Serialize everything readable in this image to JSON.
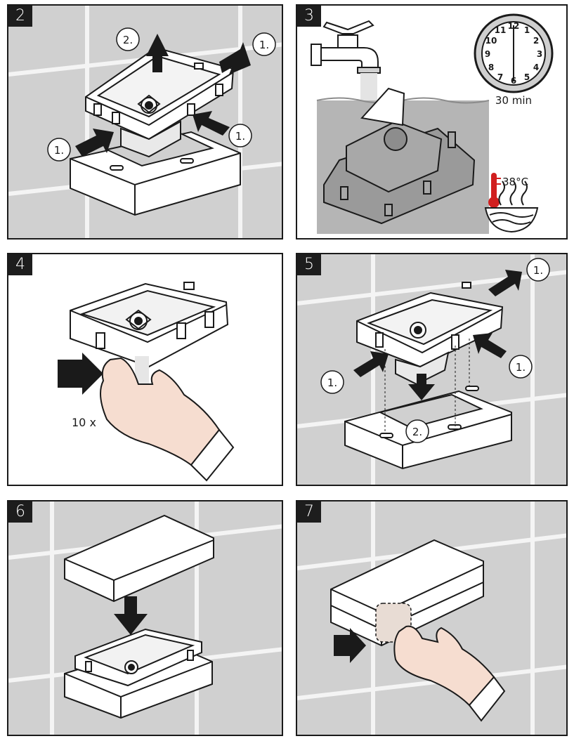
{
  "steps": [
    {
      "number": "2",
      "callouts": [
        "1.",
        "1.",
        "1.",
        "2."
      ]
    },
    {
      "number": "3",
      "duration": "30 min",
      "temperature": "38°C",
      "clock_numbers": [
        "12",
        "1",
        "2",
        "3",
        "4",
        "5",
        "6",
        "7",
        "8",
        "9",
        "10",
        "11"
      ]
    },
    {
      "number": "4",
      "repeat": "10 x"
    },
    {
      "number": "5",
      "callouts": [
        "1.",
        "1.",
        "1.",
        "2."
      ]
    },
    {
      "number": "6"
    },
    {
      "number": "7"
    }
  ],
  "colors": {
    "background": "#d0d0d0",
    "tile_lines": "#f4f4f4",
    "outline": "#1a1a1a",
    "arrow": "#1a1a1a",
    "water": "#b5b5b5",
    "skin": "#f6ddd0",
    "thermometer": "#d11f1f"
  }
}
